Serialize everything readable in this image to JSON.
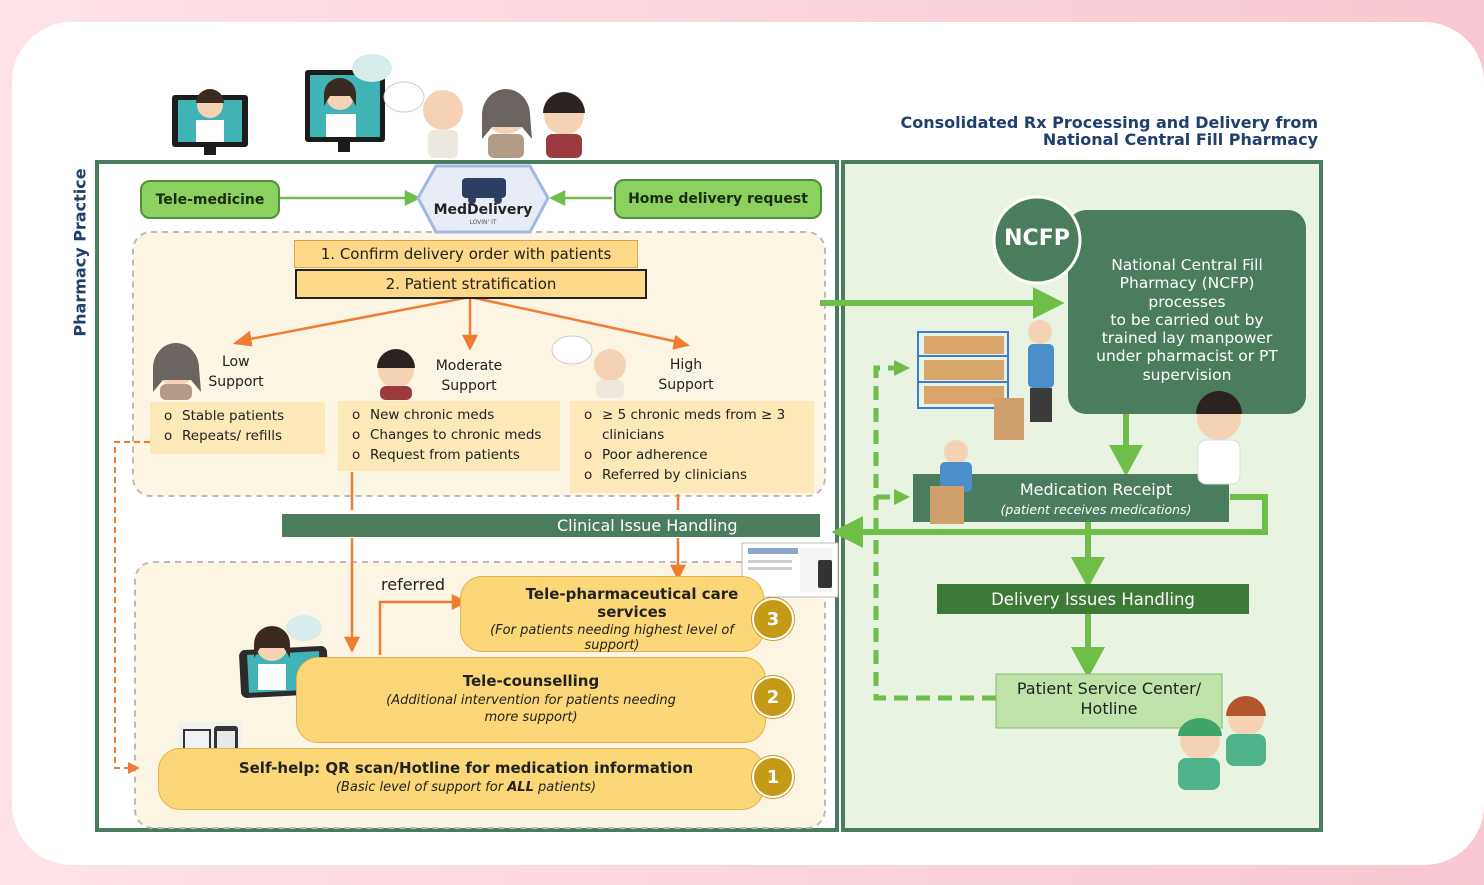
{
  "header": {
    "title_line1": "Consolidated Rx Processing and Delivery from",
    "title_line2": "National Central Fill Pharmacy"
  },
  "left_panel": {
    "side_label": "Pharmacy Practice",
    "telemedicine": "Tele-medicine",
    "home_delivery": "Home delivery request",
    "logo_text": "MedDelivery",
    "logo_tagline": "LOVIN' IT",
    "step1": "1. Confirm delivery order with patients",
    "step2": "2. Patient stratification",
    "levels": [
      {
        "title_line1": "Low",
        "title_line2": "Support",
        "items": [
          "Stable patients",
          "Repeats/ refills"
        ]
      },
      {
        "title_line1": "Moderate",
        "title_line2": "Support",
        "items": [
          "New chronic meds",
          "Changes to chronic meds",
          "Request from patients"
        ]
      },
      {
        "title_line1": "High",
        "title_line2": "Support",
        "items": [
          "≥ 5 chronic meds from ≥ 3",
          "clinicians",
          "Poor adherence",
          "Referred by clinicians"
        ]
      }
    ],
    "clinical_issue": "Clinical Issue  Handling",
    "referred": "referred",
    "services": [
      {
        "title": "Tele-pharmaceutical care services",
        "sub_line1": "(For patients needing highest level of",
        "sub_line2": "support)",
        "badge": "3"
      },
      {
        "title": "Tele-counselling",
        "sub_line1": "(Additional intervention for patients needing",
        "sub_line2": "more support)",
        "badge": "2"
      },
      {
        "title": "Self-help: QR scan/Hotline for medication information",
        "sub_pre": "(Basic level of support for ",
        "sub_bold": "ALL",
        "sub_post": " patients)",
        "badge": "1"
      }
    ]
  },
  "right_panel": {
    "ncfp_badge": "NCFP",
    "ncfp_text": [
      "National Central Fill",
      "Pharmacy (NCFP)",
      "processes",
      "to be carried out by",
      "trained lay manpower",
      "under pharmacist or PT",
      "supervision"
    ],
    "med_receipt_title": "Medication Receipt",
    "med_receipt_sub": "(patient receives medications)",
    "delivery_issues": "Delivery Issues Handling",
    "service_center_line1": "Patient Service Center/",
    "service_center_line2": "Hotline"
  },
  "colors": {
    "dark_green": "#4a7c5e",
    "light_green_bg": "#e8f3e1",
    "orange_arrow": "#ef7d31",
    "green_arrow": "#6fbe4a",
    "badge_gold": "#c49a16"
  }
}
